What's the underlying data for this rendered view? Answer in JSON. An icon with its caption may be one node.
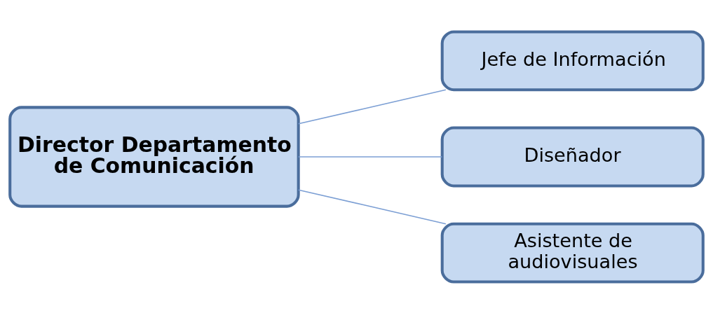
{
  "diagram": {
    "nodes": [
      {
        "text": [
          "Director Departamento de Comunicación"
        ]
      },
      {
        "text": [
          "Jefe de Información"
        ]
      },
      {
        "text": [
          "Diseñador"
        ]
      },
      {
        "text": [
          "Asistente de audiovisuales"
        ]
      }
    ],
    "edges": [
      {
        "from": 0,
        "to": 1,
        "arrow": "none"
      },
      {
        "from": 0,
        "to": 2,
        "arrow": "none"
      },
      {
        "from": 0,
        "to": 3,
        "arrow": "none"
      }
    ]
  }
}
